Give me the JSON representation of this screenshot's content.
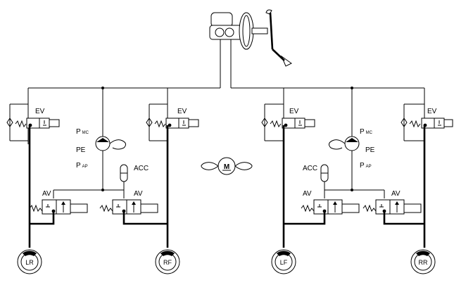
{
  "labels": {
    "ev": "EV",
    "av": "AV",
    "acc": "ACC",
    "pe": "PE",
    "pmc_main": "P",
    "pmc_sub": "MC",
    "pap_main": "P",
    "pap_sub": "AP",
    "motor": "M"
  },
  "wheels": {
    "lr": "LR",
    "rf": "RF",
    "lf": "LF",
    "rr": "RR"
  },
  "icons": [
    "master-cylinder-icon",
    "brake-booster-icon",
    "brake-pedal-icon",
    "motor-icon",
    "pump-icon",
    "accumulator-icon",
    "solenoid-valve-icon",
    "check-valve-icon",
    "spring-icon",
    "wheel-brake-icon"
  ]
}
